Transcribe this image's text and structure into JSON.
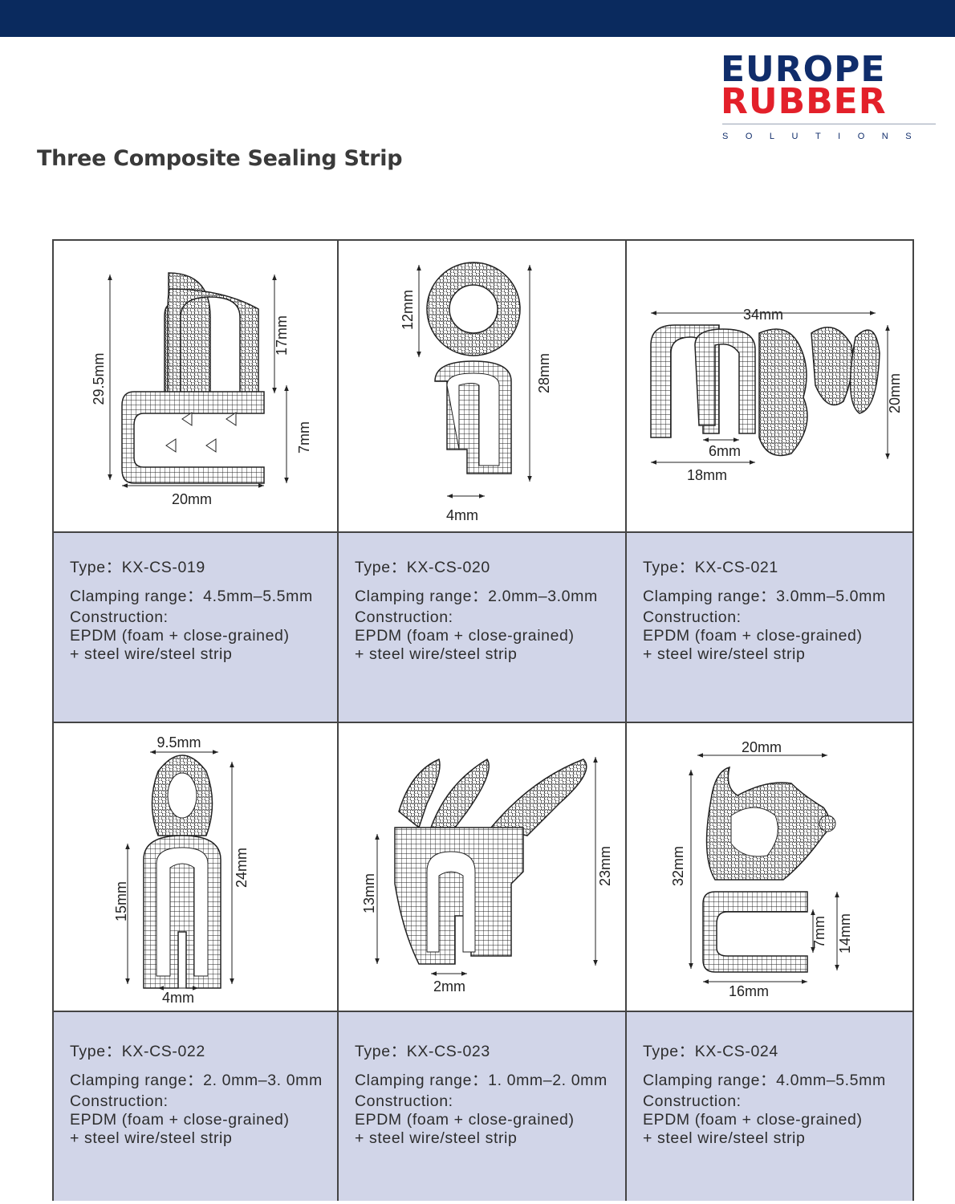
{
  "brand": {
    "line1": "EUROPE",
    "line2": "RUBBER",
    "line3": "SOLUTIONS",
    "color_primary": "#102d6b",
    "color_accent": "#e3202a"
  },
  "page": {
    "title": "Three Composite Sealing Strip",
    "header_bar_color": "#0a2a5e",
    "info_bg_color": "#d1d5e8"
  },
  "products": [
    {
      "type": "Type：KX-CS-019",
      "clamping": "Clamping range：4.5mm–5.5mm",
      "construction_label": "Construction:",
      "construction_1": "EPDM (foam + close-grained)",
      "construction_2": "+ steel wire/steel strip",
      "dims": [
        "29.5mm",
        "17mm",
        "7mm",
        "20mm"
      ]
    },
    {
      "type": "Type：KX-CS-020",
      "clamping": "Clamping range：2.0mm–3.0mm",
      "construction_label": "Construction:",
      "construction_1": "EPDM (foam + close-grained)",
      "construction_2": "+ steel wire/steel strip",
      "dims": [
        "12mm",
        "28mm",
        "4mm"
      ]
    },
    {
      "type": "Type：KX-CS-021",
      "clamping": "Clamping range：3.0mm–5.0mm",
      "construction_label": "Construction:",
      "construction_1": "EPDM (foam + close-grained)",
      "construction_2": "+ steel wire/steel strip",
      "dims": [
        "34mm",
        "20mm",
        "6mm",
        "18mm"
      ]
    },
    {
      "type": "Type：KX-CS-022",
      "clamping": "Clamping range：2. 0mm–3. 0mm",
      "construction_label": "Construction:",
      "construction_1": "EPDM (foam + close-grained)",
      "construction_2": "+ steel wire/steel strip",
      "dims": [
        "9.5mm",
        "24mm",
        "15mm",
        "4mm"
      ]
    },
    {
      "type": "Type：KX-CS-023",
      "clamping": "Clamping range：1. 0mm–2. 0mm",
      "construction_label": "Construction:",
      "construction_1": "EPDM (foam + close-grained)",
      "construction_2": "+ steel wire/steel strip",
      "dims": [
        "23mm",
        "13mm",
        "2mm"
      ]
    },
    {
      "type": "Type：KX-CS-024",
      "clamping": "Clamping range：4.0mm–5.5mm",
      "construction_label": "Construction:",
      "construction_1": "EPDM (foam + close-grained)",
      "construction_2": "+ steel wire/steel strip",
      "dims": [
        "20mm",
        "32mm",
        "7mm",
        "14mm",
        "16mm"
      ]
    }
  ]
}
